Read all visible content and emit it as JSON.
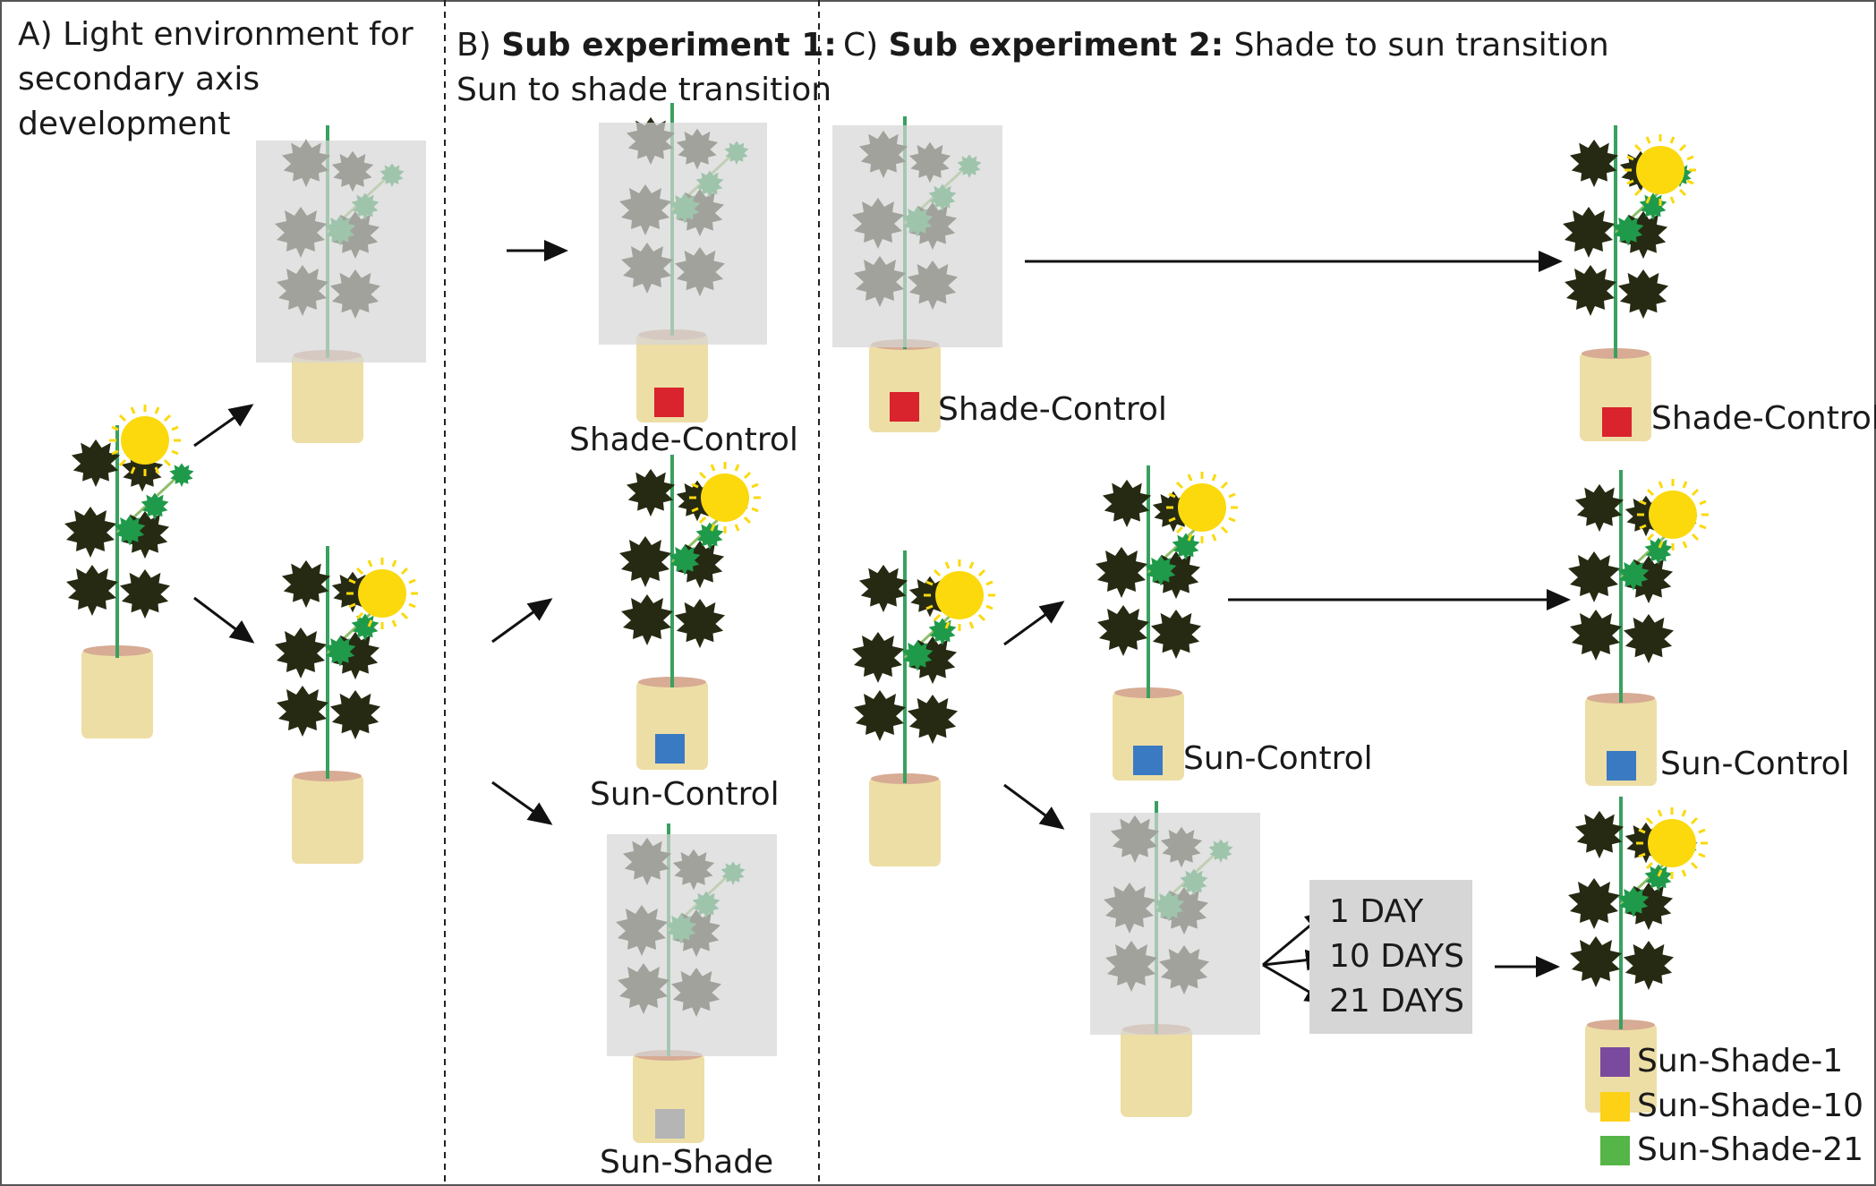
{
  "panel_a": {
    "letter": "A)",
    "lines": [
      "Light environment for",
      "secondary axis",
      "development"
    ]
  },
  "panel_b": {
    "letter": "B)",
    "bold": "Sub experiment 1:",
    "subtitle": "Sun to shade transition",
    "labels": {
      "shade_control": "Shade-Control",
      "sun_control": "Sun-Control",
      "sun_shade": "Sun-Shade"
    }
  },
  "panel_c": {
    "letter": "C)",
    "bold": "Sub experiment 2:",
    "subtitle": "Shade to sun transition",
    "labels": {
      "shade_control_left": "Shade-Control",
      "shade_control_right": "Shade-Control",
      "sun_control_mid": "Sun-Control",
      "sun_control_right": "Sun-Control",
      "sun_shade_1": "Sun-Shade-1",
      "sun_shade_10": "Sun-Shade-10",
      "sun_shade_21": "Sun-Shade-21"
    },
    "days": [
      "1 DAY",
      "10 DAYS",
      "21 DAYS"
    ]
  },
  "colors": {
    "shade_control": "#d9232d",
    "sun_control": "#3a7ac2",
    "sun_shade": "#b5b5b5",
    "sun_shade_1": "#7a4a9e",
    "sun_shade_10": "#fcd116",
    "sun_shade_21": "#55b548",
    "shade_box": "#d6d6d6",
    "pot": "#eddea6",
    "leaf": "#262a12",
    "young_leaf": "#1f9a4a",
    "stem": "#3aa060",
    "sun": "#fbd90d"
  }
}
